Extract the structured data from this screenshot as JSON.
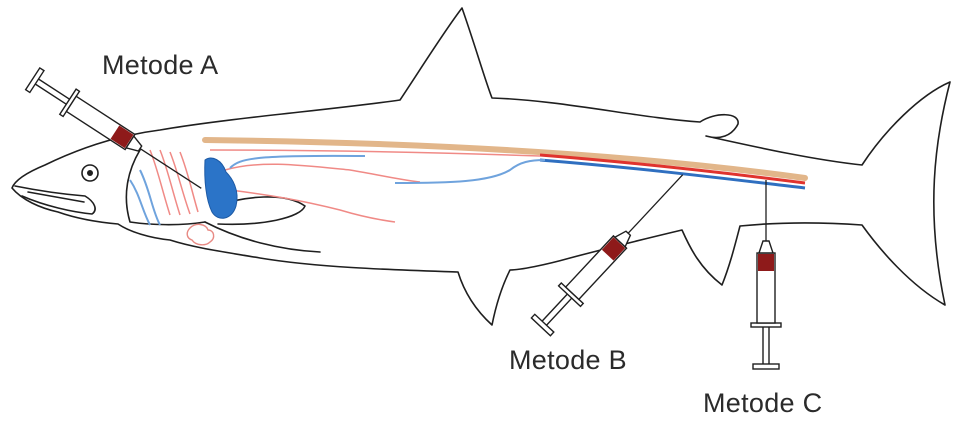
{
  "labels": {
    "method_a": "Metode A",
    "method_b": "Metode B",
    "method_c": "Metode C"
  },
  "colors": {
    "outline": "#1f1f1f",
    "artery": "#e0332e",
    "artery_light": "#f08a86",
    "vein": "#2f6fc0",
    "vein_light": "#6fa3dd",
    "spine": "#e2b68a",
    "heart": "#2b74c8",
    "blood": "#8e1a1a"
  }
}
